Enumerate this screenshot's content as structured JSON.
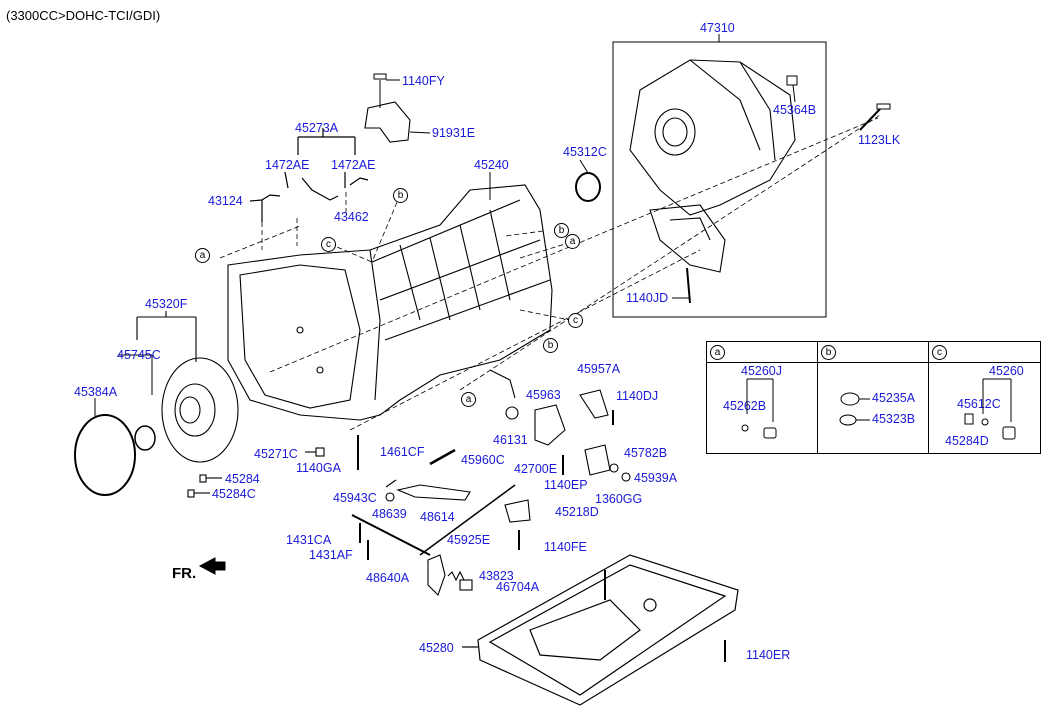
{
  "header": "(3300CC>DOHC-TCI/GDI)",
  "fr_label": "FR.",
  "labels": {
    "p47310": "47310",
    "p1140FY": "1140FY",
    "p45364B": "45364B",
    "p91931E": "91931E",
    "p45273A": "45273A",
    "p1123LK": "1123LK",
    "p45312C": "45312C",
    "p1472AE_l": "1472AE",
    "p1472AE_r": "1472AE",
    "p45240": "45240",
    "p43124": "43124",
    "p43462": "43462",
    "p1140JD": "1140JD",
    "p45320F": "45320F",
    "p45745C": "45745C",
    "p45384A": "45384A",
    "p45957A": "45957A",
    "p45963": "45963",
    "p1140DJ": "1140DJ",
    "p46131": "46131",
    "p45782B": "45782B",
    "p45271C": "45271C",
    "p1140GA": "1140GA",
    "p1461CF": "1461CF",
    "p45960C": "45960C",
    "p42700E": "42700E",
    "p45939A": "45939A",
    "p45284": "45284",
    "p45284C": "45284C",
    "p1140EP": "1140EP",
    "p1360GG": "1360GG",
    "p45943C": "45943C",
    "p48639": "48639",
    "p48614": "48614",
    "p45218D": "45218D",
    "p1431CA": "1431CA",
    "p45925E": "45925E",
    "p1431AF": "1431AF",
    "p1140FE": "1140FE",
    "p48640A": "48640A",
    "p43823": "43823",
    "p46704A": "46704A",
    "p45280": "45280",
    "p1140ER": "1140ER"
  },
  "refs": {
    "a": "a",
    "b": "b",
    "c": "c"
  },
  "table": {
    "a": {
      "ref": "a",
      "group": "45260J",
      "item1": "45262B"
    },
    "b": {
      "ref": "b",
      "item1": "45235A",
      "item2": "45323B"
    },
    "c": {
      "ref": "c",
      "group": "45260",
      "item1": "45612C",
      "item2": "45284D"
    }
  },
  "colors": {
    "label": "#1a1ad8",
    "line": "#000000"
  }
}
